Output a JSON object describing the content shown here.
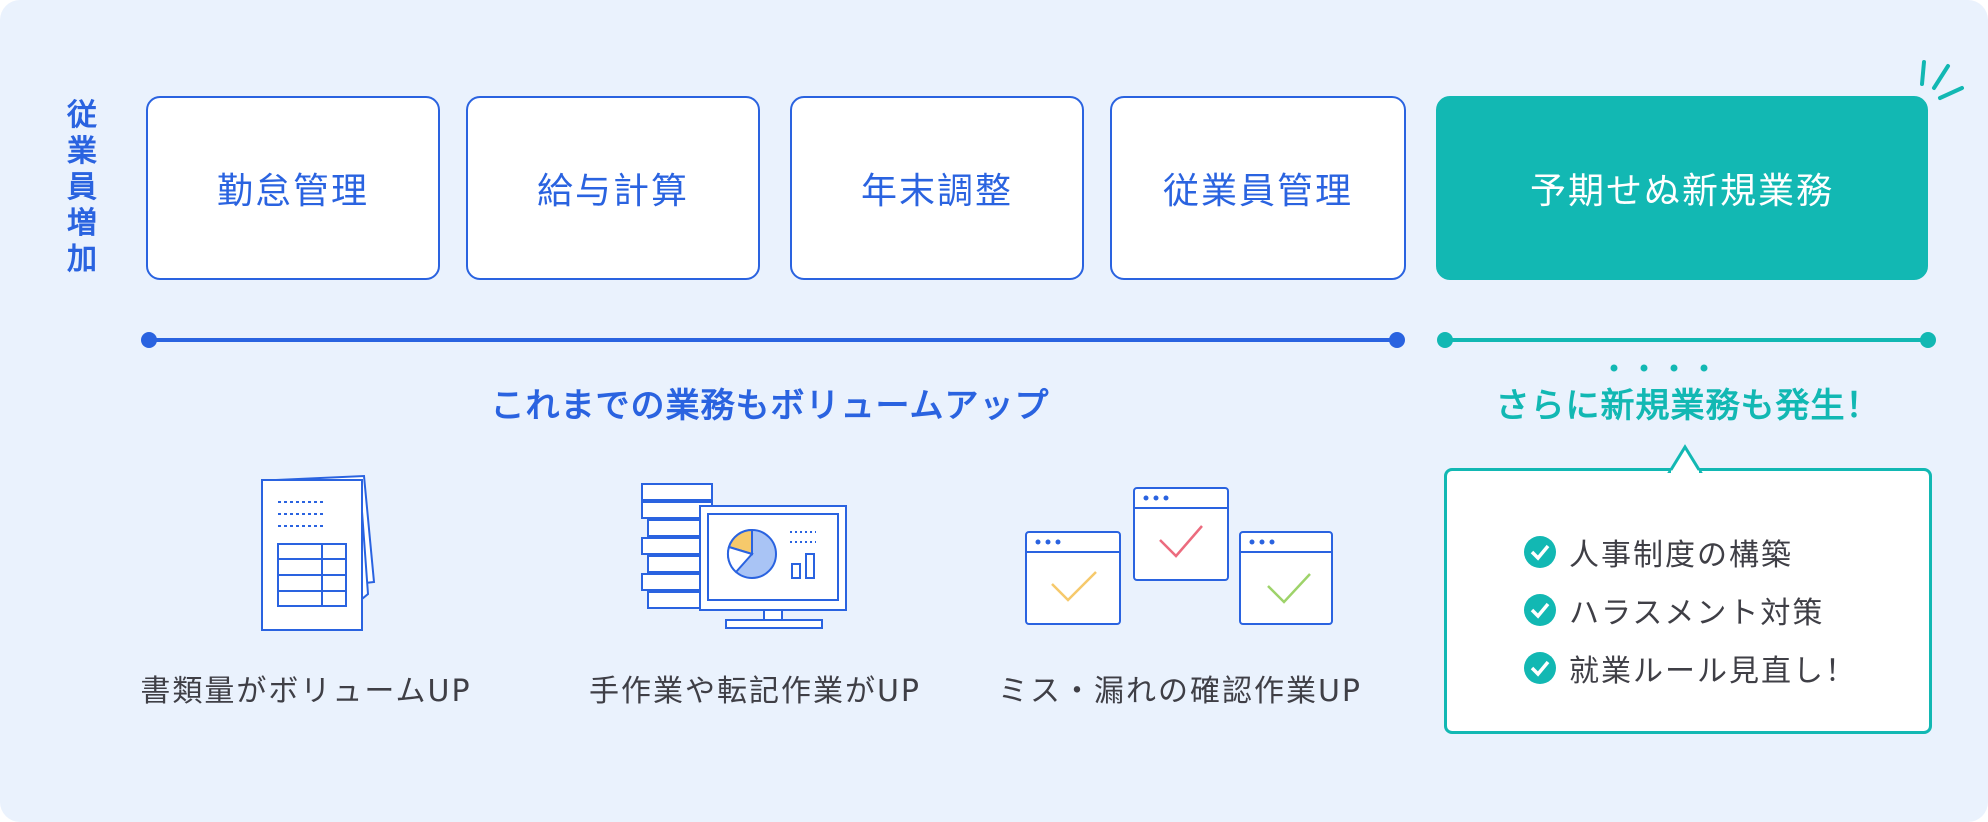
{
  "side_label": [
    "従",
    "業",
    "員",
    "増",
    "加"
  ],
  "tasks": [
    {
      "label": "勤怠管理"
    },
    {
      "label": "給与計算"
    },
    {
      "label": "年末調整"
    },
    {
      "label": "従業員管理"
    }
  ],
  "new_task": {
    "label": "予期せぬ新規業務"
  },
  "timeline": {
    "existing_text": "これまでの業務もボリュームアップ",
    "new_text": "さらに新規業務も発生！"
  },
  "icons": [
    {
      "name": "documents-icon",
      "caption": "書類量がボリュームUP"
    },
    {
      "name": "computer-manual-work-icon",
      "caption": "手作業や転記作業がUP"
    },
    {
      "name": "checklist-windows-icon",
      "caption": "ミス・漏れの確認作業UP"
    }
  ],
  "new_items": [
    {
      "text": "人事制度の構築"
    },
    {
      "text": "ハラスメント対策"
    },
    {
      "text": "就業ルール見直し！"
    }
  ],
  "colors": {
    "blue": "#2a63e0",
    "teal": "#12b8b3",
    "background": "#eaf2fd",
    "text": "#3f3f46"
  }
}
